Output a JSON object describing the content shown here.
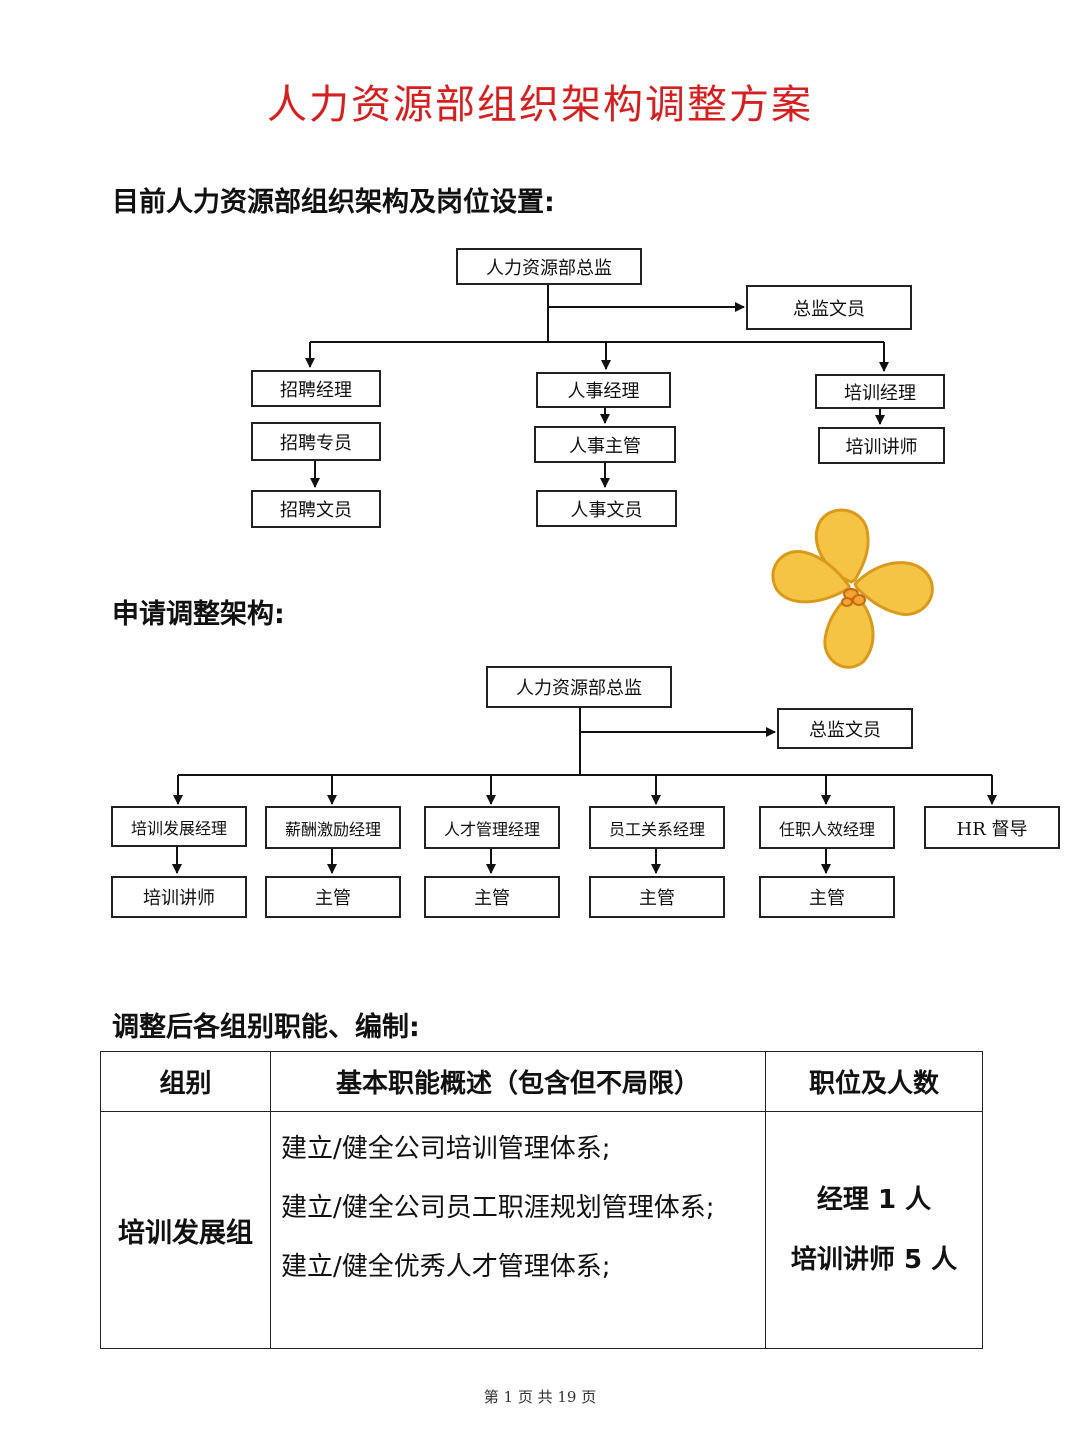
{
  "title": "人力资源部组织架构调整方案",
  "current": {
    "heading": "目前人力资源部组织架构及岗位设置:",
    "director": "人力资源部总监",
    "assistant": "总监文员",
    "recruit": [
      "招聘经理",
      "招聘专员",
      "招聘文员"
    ],
    "personnel": [
      "人事经理",
      "人事主管",
      "人事文员"
    ],
    "training": [
      "培训经理",
      "培训讲师"
    ]
  },
  "proposed": {
    "heading": "申请调整架构:",
    "director": "人力资源部总监",
    "assistant": "总监文员",
    "managers": [
      "培训发展经理",
      "薪酬激励经理",
      "人才管理经理",
      "员工关系经理",
      "任职人效经理",
      "HR 督导"
    ],
    "subordinates": [
      "培训讲师",
      "主管",
      "主管",
      "主管",
      "主管"
    ]
  },
  "duties": {
    "heading": "调整后各组别职能、编制:",
    "columns": [
      "组别",
      "基本职能概述（包含但不局限）",
      "职位及人数"
    ],
    "rows": [
      {
        "group": "培训发展组",
        "duties": [
          "建立/健全公司培训管理体系;",
          "建立/健全公司员工职涯规划管理体系;",
          "建立/健全优秀人才管理体系;"
        ],
        "positions": [
          "经理 1 人",
          "培训讲师 5 人"
        ]
      }
    ]
  },
  "footer": "第 1 页 共 19 页",
  "colors": {
    "title": "#d42020",
    "flower": "#f6c445",
    "flower_outline": "#d89a1c"
  },
  "decoration": "flower-doodle"
}
